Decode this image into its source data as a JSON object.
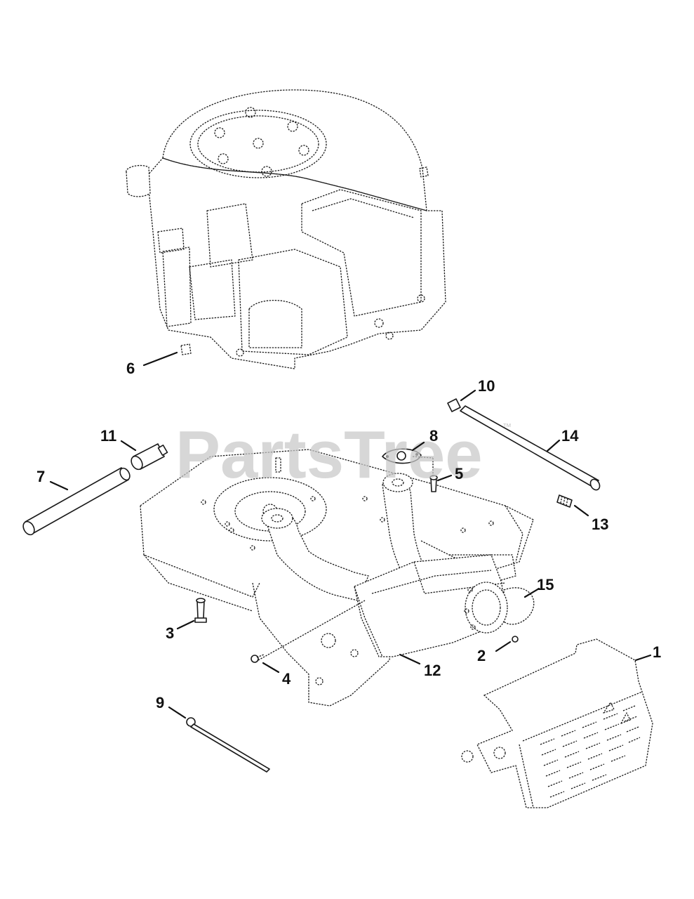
{
  "watermark": {
    "text": "PartsTree",
    "mark": "™"
  },
  "callouts": {
    "c1": "1",
    "c2": "2",
    "c3": "3",
    "c4": "4",
    "c5": "5",
    "c6": "6",
    "c7": "7",
    "c8": "8",
    "c9": "9",
    "c10": "10",
    "c11": "11",
    "c12": "12",
    "c13": "13",
    "c14": "14",
    "c15": "15"
  },
  "colors": {
    "line": "#1a1a1a",
    "watermark": "#c9c9c9",
    "background": "#ffffff"
  }
}
